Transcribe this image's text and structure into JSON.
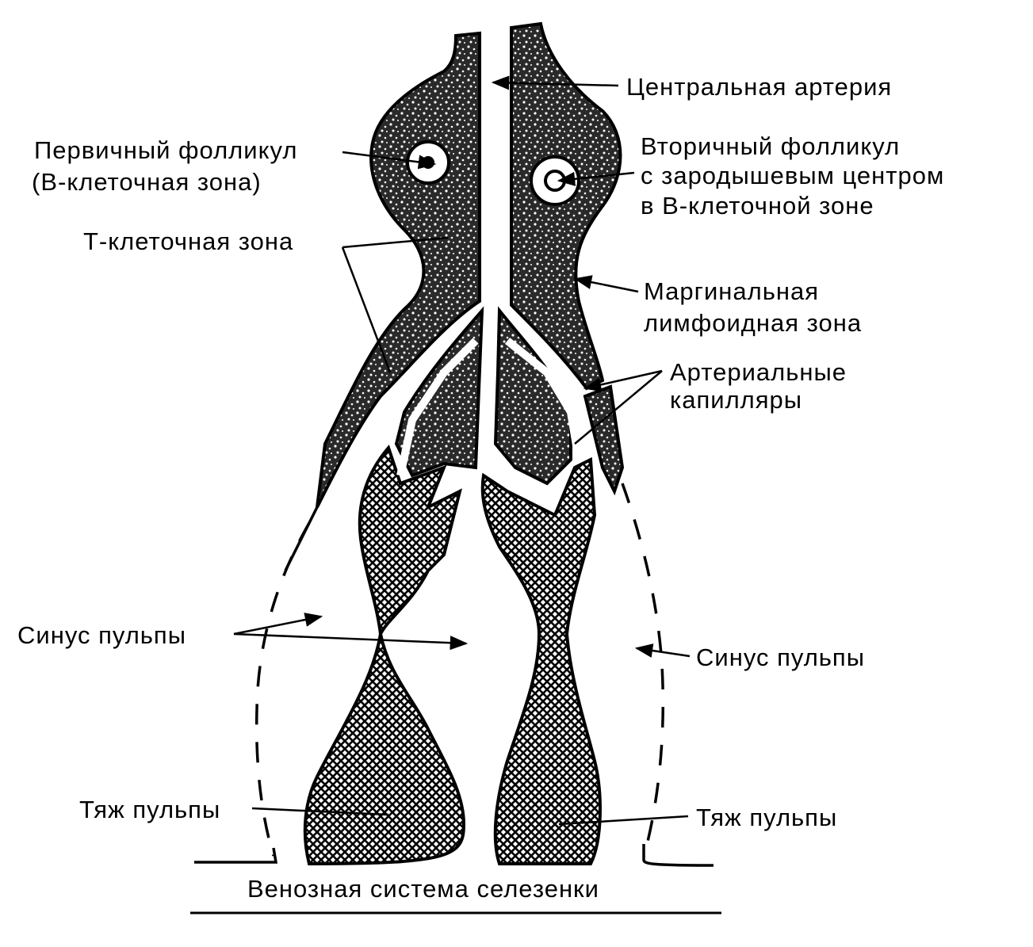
{
  "diagram": {
    "labels": {
      "central_artery": "Центральная артерия",
      "primary_follicle_line1": "Первичный фолликул",
      "primary_follicle_line2": "(В-клеточная зона)",
      "secondary_follicle_line1": "Вторичный фолликул",
      "secondary_follicle_line2": "с зародышевым центром",
      "secondary_follicle_line3": "в В-клеточной зоне",
      "t_cell_zone": "Т-клеточная зона",
      "marginal_zone_line1": "Маргинальная",
      "marginal_zone_line2": "лимфоидная зона",
      "arterial_capillaries_line1": "Артериальные",
      "arterial_capillaries_line2": "капилляры",
      "pulp_sinus_left": "Синус пульпы",
      "pulp_sinus_right": "Синус пульпы",
      "pulp_cord_left": "Тяж пульпы",
      "pulp_cord_right": "Тяж пульпы",
      "venous_system": "Венозная система селезенки"
    }
  }
}
